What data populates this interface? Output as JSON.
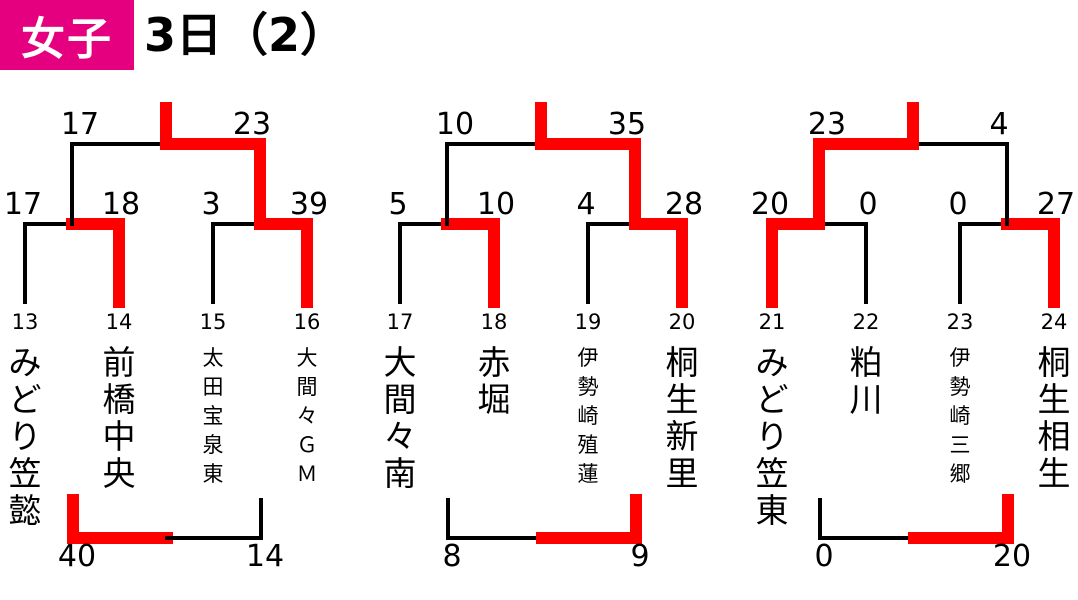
{
  "header": {
    "badge": "女子",
    "title": "3日（2）"
  },
  "colors": {
    "badge_bg": "#e4007f",
    "winner_line": "#ff0000",
    "loser_line": "#000000"
  },
  "blocks": [
    {
      "id": "block-1",
      "final_scores": [
        "17",
        "23"
      ],
      "matches": [
        {
          "scores": [
            "17",
            "18"
          ],
          "winner": 1
        },
        {
          "scores": [
            "3",
            "39"
          ],
          "winner": 1
        }
      ],
      "semi_winner": 1,
      "teams": [
        {
          "seed": "13",
          "name": "みどり笠懿",
          "size": "large"
        },
        {
          "seed": "14",
          "name": "前橋中央",
          "size": "large"
        },
        {
          "seed": "15",
          "name": "太田宝泉東",
          "size": "small"
        },
        {
          "seed": "16",
          "name": "大間々ＧＭ",
          "size": "small"
        }
      ],
      "third_place": {
        "scores": [
          "40",
          "14"
        ],
        "winner": 0
      }
    },
    {
      "id": "block-2",
      "final_scores": [
        "10",
        "35"
      ],
      "matches": [
        {
          "scores": [
            "5",
            "10"
          ],
          "winner": 1
        },
        {
          "scores": [
            "4",
            "28"
          ],
          "winner": 1
        }
      ],
      "semi_winner": 1,
      "teams": [
        {
          "seed": "17",
          "name": "大間々南",
          "size": "large"
        },
        {
          "seed": "18",
          "name": "赤堀",
          "size": "large"
        },
        {
          "seed": "19",
          "name": "伊勢崎殖蓮",
          "size": "small"
        },
        {
          "seed": "20",
          "name": "桐生新里",
          "size": "large"
        }
      ],
      "third_place": {
        "scores": [
          "8",
          "9"
        ],
        "winner": 1
      }
    },
    {
      "id": "block-3",
      "final_scores": [
        "23",
        "4"
      ],
      "matches": [
        {
          "scores": [
            "20",
            "0"
          ],
          "winner": 0
        },
        {
          "scores": [
            "0",
            "27"
          ],
          "winner": 1
        }
      ],
      "semi_winner": 0,
      "teams": [
        {
          "seed": "21",
          "name": "みどり笠東",
          "size": "large"
        },
        {
          "seed": "22",
          "name": "粕川",
          "size": "large"
        },
        {
          "seed": "23",
          "name": "伊勢崎三郷",
          "size": "small"
        },
        {
          "seed": "24",
          "name": "桐生相生",
          "size": "large"
        }
      ],
      "third_place": {
        "scores": [
          "0",
          "20"
        ],
        "winner": 1
      }
    }
  ]
}
